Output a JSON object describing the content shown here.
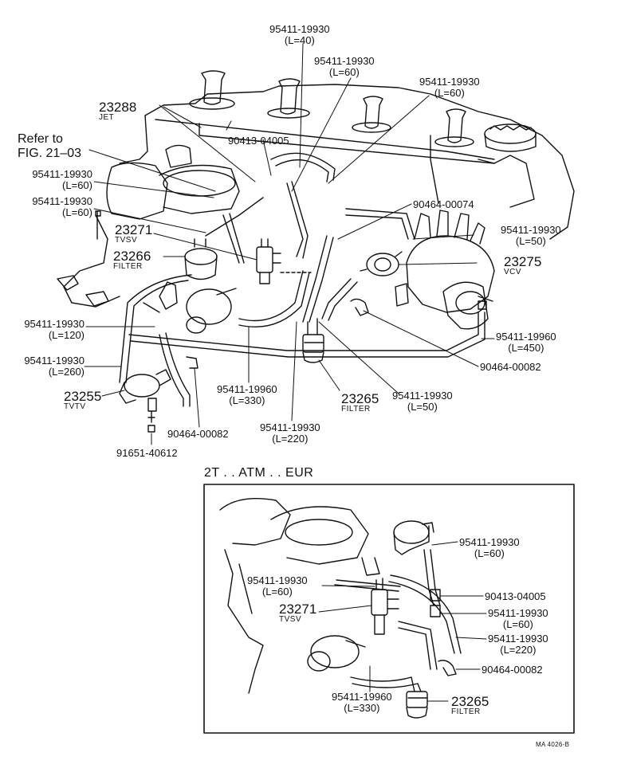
{
  "reference": {
    "line1": "Refer to",
    "line2": "FIG. 21–03"
  },
  "main_labels": [
    {
      "id": "p1",
      "pn": "95411-19930",
      "sub": "(L=40)"
    },
    {
      "id": "p2",
      "pn": "95411-19930",
      "sub": "(L=60)"
    },
    {
      "id": "p3",
      "pn": "95411-19930",
      "sub": "(L=60)"
    },
    {
      "id": "p4",
      "pn": "23288",
      "sub": "JET"
    },
    {
      "id": "p5",
      "pn": "90413-04005",
      "sub": ""
    },
    {
      "id": "p6",
      "pn": "95411-19930",
      "sub": "(L=60)"
    },
    {
      "id": "p7",
      "pn": "95411-19930",
      "sub": "(L=60)"
    },
    {
      "id": "p8",
      "pn": "90464-00074",
      "sub": ""
    },
    {
      "id": "p9",
      "pn": "23271",
      "sub": "TVSV"
    },
    {
      "id": "p10",
      "pn": "23266",
      "sub": "FILTER"
    },
    {
      "id": "p11",
      "pn": "95411-19930",
      "sub": "(L=50)"
    },
    {
      "id": "p12",
      "pn": "23275",
      "sub": "VCV"
    },
    {
      "id": "p13",
      "pn": "95411-19930",
      "sub": "(L=120)"
    },
    {
      "id": "p14",
      "pn": "95411-19960",
      "sub": "(L=450)"
    },
    {
      "id": "p15",
      "pn": "95411-19930",
      "sub": "(L=260)"
    },
    {
      "id": "p16",
      "pn": "90464-00082",
      "sub": ""
    },
    {
      "id": "p17",
      "pn": "23255",
      "sub": "TVTV"
    },
    {
      "id": "p18",
      "pn": "95411-19960",
      "sub": "(L=330)"
    },
    {
      "id": "p19",
      "pn": "23265",
      "sub": "FILTER"
    },
    {
      "id": "p20",
      "pn": "95411-19930",
      "sub": "(L=50)"
    },
    {
      "id": "p21",
      "pn": "95411-19930",
      "sub": "(L=220)"
    },
    {
      "id": "p22",
      "pn": "90464-00082",
      "sub": ""
    },
    {
      "id": "p23",
      "pn": "91651-40612",
      "sub": ""
    }
  ],
  "inset": {
    "title": "2T . . ATM . . EUR",
    "labels": [
      {
        "id": "i1",
        "pn": "95411-19930",
        "sub": "(L=60)"
      },
      {
        "id": "i2",
        "pn": "95411-19930",
        "sub": "(L=60)"
      },
      {
        "id": "i3",
        "pn": "90413-04005",
        "sub": ""
      },
      {
        "id": "i4",
        "pn": "23271",
        "sub": "TVSV"
      },
      {
        "id": "i5",
        "pn": "95411-19930",
        "sub": "(L=60)"
      },
      {
        "id": "i6",
        "pn": "95411-19930",
        "sub": "(L=220)"
      },
      {
        "id": "i7",
        "pn": "90464-00082",
        "sub": ""
      },
      {
        "id": "i8",
        "pn": "95411-19960",
        "sub": "(L=330)"
      },
      {
        "id": "i9",
        "pn": "23265",
        "sub": "FILTER"
      }
    ]
  },
  "stamp": "MA  4026-B"
}
